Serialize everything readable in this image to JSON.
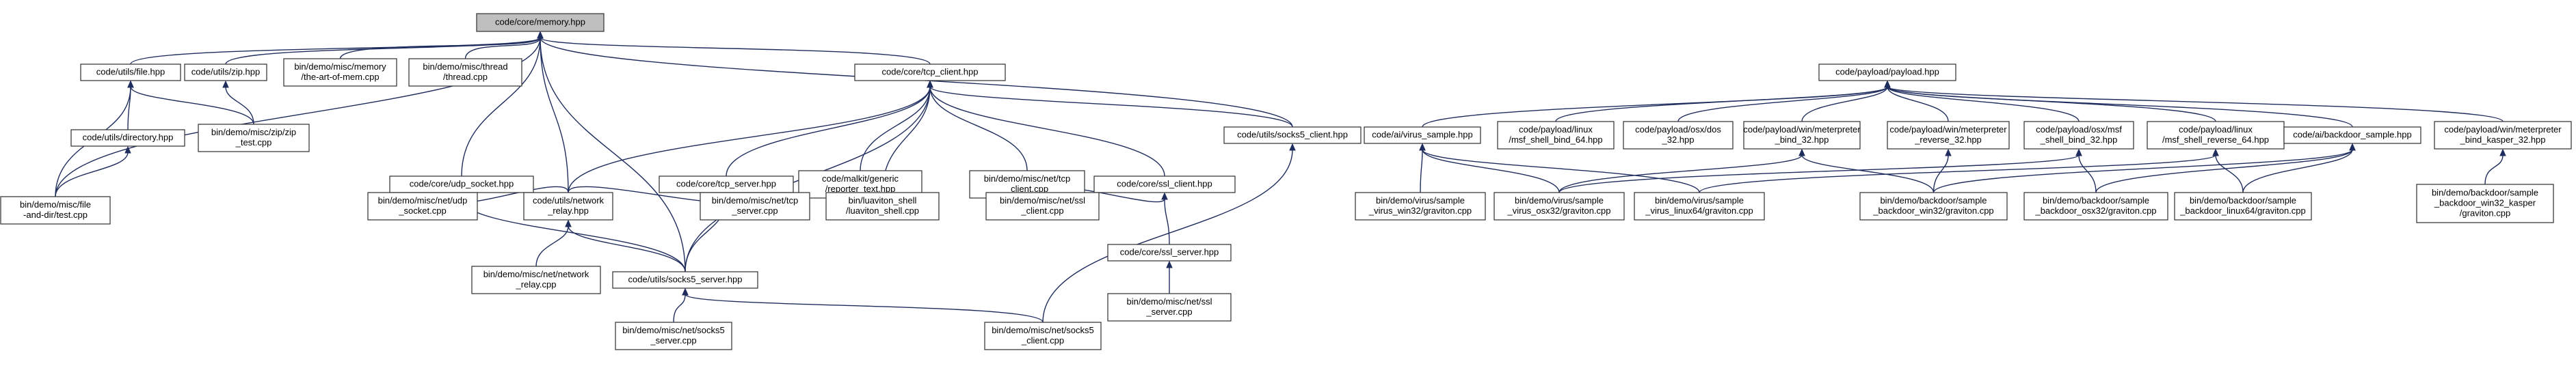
{
  "nodes": [
    {
      "id": "memory",
      "lines": [
        "code/core/memory.hpp"
      ],
      "root": true
    },
    {
      "id": "file",
      "lines": [
        "code/utils/file.hpp"
      ]
    },
    {
      "id": "zip",
      "lines": [
        "code/utils/zip.hpp"
      ]
    },
    {
      "id": "artofmem",
      "lines": [
        "bin/demo/misc/memory",
        "/the-art-of-mem.cpp"
      ]
    },
    {
      "id": "thread",
      "lines": [
        "bin/demo/misc/thread",
        "/thread.cpp"
      ]
    },
    {
      "id": "tcp_client",
      "lines": [
        "code/core/tcp_client.hpp"
      ]
    },
    {
      "id": "directory",
      "lines": [
        "code/utils/directory.hpp"
      ]
    },
    {
      "id": "zip_test",
      "lines": [
        "bin/demo/misc/zip/zip",
        "_test.cpp"
      ]
    },
    {
      "id": "filedirtest",
      "lines": [
        "bin/demo/misc/file",
        "-and-dir/test.cpp"
      ]
    },
    {
      "id": "udp_socket",
      "lines": [
        "code/core/udp_socket.hpp"
      ]
    },
    {
      "id": "tcp_server",
      "lines": [
        "code/core/tcp_server.hpp"
      ]
    },
    {
      "id": "malkit",
      "lines": [
        "code/malkit/generic",
        "/reporter_text.hpp"
      ]
    },
    {
      "id": "net_tcp_client",
      "lines": [
        "bin/demo/misc/net/tcp",
        "_client.cpp"
      ]
    },
    {
      "id": "ssl_client",
      "lines": [
        "code/core/ssl_client.hpp"
      ]
    },
    {
      "id": "socks5_client",
      "lines": [
        "code/utils/socks5_client.hpp"
      ]
    },
    {
      "id": "net_udp",
      "lines": [
        "bin/demo/misc/net/udp",
        "_socket.cpp"
      ]
    },
    {
      "id": "network_relay",
      "lines": [
        "code/utils/network",
        "_relay.hpp"
      ]
    },
    {
      "id": "net_tcp_server",
      "lines": [
        "bin/demo/misc/net/tcp",
        "_server.cpp"
      ]
    },
    {
      "id": "luaviton",
      "lines": [
        "bin/luaviton_shell",
        "/luaviton_shell.cpp"
      ]
    },
    {
      "id": "net_ssl_client",
      "lines": [
        "bin/demo/misc/net/ssl",
        "_client.cpp"
      ]
    },
    {
      "id": "ssl_server",
      "lines": [
        "code/core/ssl_server.hpp"
      ]
    },
    {
      "id": "net_relay",
      "lines": [
        "bin/demo/misc/net/network",
        "_relay.cpp"
      ]
    },
    {
      "id": "socks5_server",
      "lines": [
        "code/utils/socks5_server.hpp"
      ]
    },
    {
      "id": "net_ssl_server",
      "lines": [
        "bin/demo/misc/net/ssl",
        "_server.cpp"
      ]
    },
    {
      "id": "net_socks5_server",
      "lines": [
        "bin/demo/misc/net/socks5",
        "_server.cpp"
      ]
    },
    {
      "id": "net_socks5_client",
      "lines": [
        "bin/demo/misc/net/socks5",
        "_client.cpp"
      ]
    },
    {
      "id": "payload",
      "lines": [
        "code/payload/payload.hpp"
      ]
    },
    {
      "id": "virus_sample",
      "lines": [
        "code/ai/virus_sample.hpp"
      ]
    },
    {
      "id": "linux_bind64",
      "lines": [
        "code/payload/linux",
        "/msf_shell_bind_64.hpp"
      ]
    },
    {
      "id": "osx_dos32",
      "lines": [
        "code/payload/osx/dos",
        "_32.hpp"
      ]
    },
    {
      "id": "win_met_bind32",
      "lines": [
        "code/payload/win/meterpreter",
        "_bind_32.hpp"
      ]
    },
    {
      "id": "win_met_rev32",
      "lines": [
        "code/payload/win/meterpreter",
        "_reverse_32.hpp"
      ]
    },
    {
      "id": "osx_bind32",
      "lines": [
        "code/payload/osx/msf",
        "_shell_bind_32.hpp"
      ]
    },
    {
      "id": "linux_rev64",
      "lines": [
        "code/payload/linux",
        "/msf_shell_reverse_64.hpp"
      ]
    },
    {
      "id": "backdoor_sample",
      "lines": [
        "code/ai/backdoor_sample.hpp"
      ]
    },
    {
      "id": "win_met_kasper",
      "lines": [
        "code/payload/win/meterpreter",
        "_bind_kasper_32.hpp"
      ]
    },
    {
      "id": "virus_win32",
      "lines": [
        "bin/demo/virus/sample",
        "_virus_win32/graviton.cpp"
      ]
    },
    {
      "id": "virus_osx32",
      "lines": [
        "bin/demo/virus/sample",
        "_virus_osx32/graviton.cpp"
      ]
    },
    {
      "id": "virus_linux64",
      "lines": [
        "bin/demo/virus/sample",
        "_virus_linux64/graviton.cpp"
      ]
    },
    {
      "id": "bd_win32",
      "lines": [
        "bin/demo/backdoor/sample",
        "_backdoor_win32/graviton.cpp"
      ]
    },
    {
      "id": "bd_osx32",
      "lines": [
        "bin/demo/backdoor/sample",
        "_backdoor_osx32/graviton.cpp"
      ]
    },
    {
      "id": "bd_linux64",
      "lines": [
        "bin/demo/backdoor/sample",
        "_backdoor_linux64/graviton.cpp"
      ]
    },
    {
      "id": "bd_win32_kasper",
      "lines": [
        "bin/demo/backdoor/sample",
        "_backdoor_win32_kasper",
        "/graviton.cpp"
      ]
    }
  ],
  "edges": [
    [
      "file",
      "memory"
    ],
    [
      "zip",
      "memory"
    ],
    [
      "artofmem",
      "memory"
    ],
    [
      "thread",
      "memory"
    ],
    [
      "tcp_client",
      "memory"
    ],
    [
      "udp_socket",
      "memory"
    ],
    [
      "network_relay",
      "memory"
    ],
    [
      "socks5_server",
      "memory"
    ],
    [
      "filedirtest",
      "memory"
    ],
    [
      "socks5_client",
      "memory"
    ],
    [
      "directory",
      "file"
    ],
    [
      "zip_test",
      "file"
    ],
    [
      "filedirtest",
      "file"
    ],
    [
      "zip_test",
      "zip"
    ],
    [
      "filedirtest",
      "directory"
    ],
    [
      "tcp_server",
      "tcp_client"
    ],
    [
      "malkit",
      "tcp_client"
    ],
    [
      "net_tcp_client",
      "tcp_client"
    ],
    [
      "ssl_client",
      "tcp_client"
    ],
    [
      "socks5_client",
      "tcp_client"
    ],
    [
      "network_relay",
      "tcp_client"
    ],
    [
      "luaviton",
      "tcp_client"
    ],
    [
      "socks5_server",
      "tcp_client"
    ],
    [
      "net_udp",
      "udp_socket"
    ],
    [
      "network_relay",
      "udp_socket"
    ],
    [
      "socks5_server",
      "udp_socket"
    ],
    [
      "network_relay",
      "tcp_server"
    ],
    [
      "net_tcp_server",
      "tcp_server"
    ],
    [
      "luaviton",
      "tcp_server"
    ],
    [
      "socks5_server",
      "tcp_server"
    ],
    [
      "net_ssl_client",
      "ssl_client"
    ],
    [
      "ssl_server",
      "ssl_client"
    ],
    [
      "net_socks5_client",
      "socks5_client"
    ],
    [
      "net_relay",
      "network_relay"
    ],
    [
      "socks5_server",
      "network_relay"
    ],
    [
      "net_ssl_server",
      "ssl_server"
    ],
    [
      "net_socks5_server",
      "socks5_server"
    ],
    [
      "net_socks5_client",
      "socks5_server"
    ],
    [
      "virus_sample",
      "payload"
    ],
    [
      "linux_bind64",
      "payload"
    ],
    [
      "osx_dos32",
      "payload"
    ],
    [
      "win_met_bind32",
      "payload"
    ],
    [
      "win_met_rev32",
      "payload"
    ],
    [
      "osx_bind32",
      "payload"
    ],
    [
      "linux_rev64",
      "payload"
    ],
    [
      "backdoor_sample",
      "payload"
    ],
    [
      "win_met_kasper",
      "payload"
    ],
    [
      "virus_win32",
      "virus_sample"
    ],
    [
      "virus_osx32",
      "virus_sample"
    ],
    [
      "virus_linux64",
      "virus_sample"
    ],
    [
      "virus_osx32",
      "win_met_bind32"
    ],
    [
      "bd_win32",
      "win_met_bind32"
    ],
    [
      "bd_win32",
      "win_met_rev32"
    ],
    [
      "virus_osx32",
      "osx_bind32"
    ],
    [
      "bd_osx32",
      "osx_bind32"
    ],
    [
      "virus_linux64",
      "linux_rev64"
    ],
    [
      "bd_linux64",
      "linux_rev64"
    ],
    [
      "bd_win32",
      "backdoor_sample"
    ],
    [
      "bd_osx32",
      "backdoor_sample"
    ],
    [
      "bd_linux64",
      "backdoor_sample"
    ],
    [
      "bd_win32_kasper",
      "win_met_kasper"
    ]
  ]
}
